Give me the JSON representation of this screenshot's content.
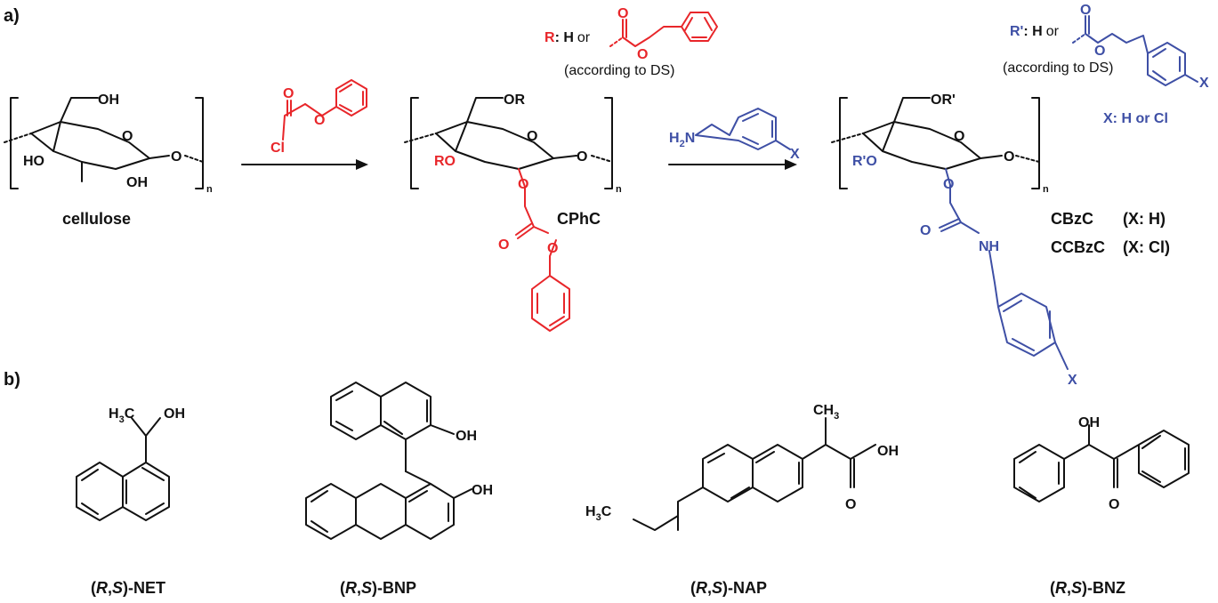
{
  "panel_a": {
    "label": "a)",
    "cellulose": {
      "name": "cellulose",
      "oh_top": "OH",
      "ho_left": "HO",
      "oh_bottom": "OH",
      "o_ring": "O",
      "o_link": "O",
      "n": "n"
    },
    "reagent1": {
      "cl": "Cl",
      "o_carbonyl": "O",
      "o_ester": "O"
    },
    "cphc": {
      "name": "CPhC",
      "or_top": "OR",
      "ro_left": "RO",
      "o_ring": "O",
      "o_link": "O",
      "o_sub": "O",
      "o_carbonyl": "O",
      "o_ester": "O",
      "n": "n"
    },
    "r_def": {
      "r": "R",
      "colon_h": ": H",
      "or": "or",
      "o1": "O",
      "o2": "O",
      "note": "(according to DS)"
    },
    "amine": {
      "h2n": "H",
      "sub2": "2",
      "n": "N",
      "x": "X"
    },
    "product": {
      "or_top": "OR'",
      "ro_left": "R'O",
      "o_ring": "O",
      "o_link": "O",
      "o_sub": "O",
      "o_carbonyl": "O",
      "nh": "NH",
      "x": "X",
      "n": "n",
      "name1": "CBzC",
      "name1_x": "(X: H)",
      "name2": "CCBzC",
      "name2_x": "(X: Cl)"
    },
    "rp_def": {
      "r": "R'",
      "colon_h": ": H",
      "or": "or",
      "o1": "O",
      "o2": "O",
      "x": "X",
      "note": "(according to DS)"
    },
    "x_def": {
      "text": "X: H or Cl"
    }
  },
  "panel_b": {
    "label": "b)",
    "net": {
      "h3c": "H",
      "sub3": "3",
      "c": "C",
      "oh": "OH",
      "prefix_open": "(",
      "r": "R",
      "comma": ",",
      "s": "S",
      "suffix": ")-NET"
    },
    "bnp": {
      "oh1": "OH",
      "oh2": "OH",
      "prefix_open": "(",
      "r": "R",
      "comma": ",",
      "s": "S",
      "suffix": ")-BNP"
    },
    "nap": {
      "ch3": "CH",
      "sub3": "3",
      "oh": "OH",
      "o": "O",
      "h3c": "H",
      "h3c_sub": "3",
      "h3c_c": "C",
      "prefix_open": "(",
      "r": "R",
      "comma": ",",
      "s": "S",
      "suffix": ")-NAP"
    },
    "bnz": {
      "oh": "OH",
      "o": "O",
      "prefix_open": "(",
      "r": "R",
      "comma": ",",
      "s": "S",
      "suffix": ")-BNZ"
    }
  },
  "colors": {
    "black": "#111111",
    "red": "#e8262a",
    "blue": "#3e4fa5"
  }
}
